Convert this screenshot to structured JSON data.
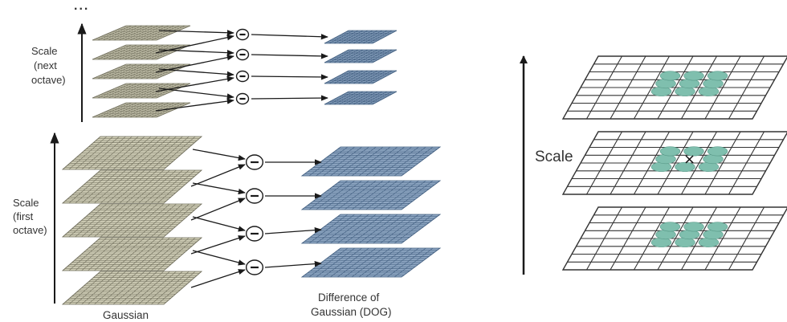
{
  "ellipsis": "...",
  "labels": {
    "scale_next_1": "Scale",
    "scale_next_2": "(next",
    "scale_next_3": "octave)",
    "scale_first_1": "Scale",
    "scale_first_2": "(first",
    "scale_first_3": "octave)",
    "gaussian": "Gaussian",
    "dog_1": "Difference of",
    "dog_2": "Gaussian (DOG)",
    "scale_right": "Scale"
  },
  "operator_symbol": "−",
  "colors": {
    "gaussian_fill": "#cfcdb6",
    "gaussian_grid": "#6e6c5a",
    "dog_fill": "#8da5c1",
    "dog_grid": "#3f5c7e",
    "arrow": "#1a1a1a",
    "neighbor_fill": "#7fbfae",
    "grid_line": "#333333"
  },
  "octaves": [
    {
      "name": "next",
      "gaussian_count": 5,
      "dog_count": 4
    },
    {
      "name": "first",
      "gaussian_count": 5,
      "dog_count": 4
    }
  ],
  "right_panel": {
    "layers": 3,
    "grid_size": 8,
    "center_marker": "×"
  }
}
